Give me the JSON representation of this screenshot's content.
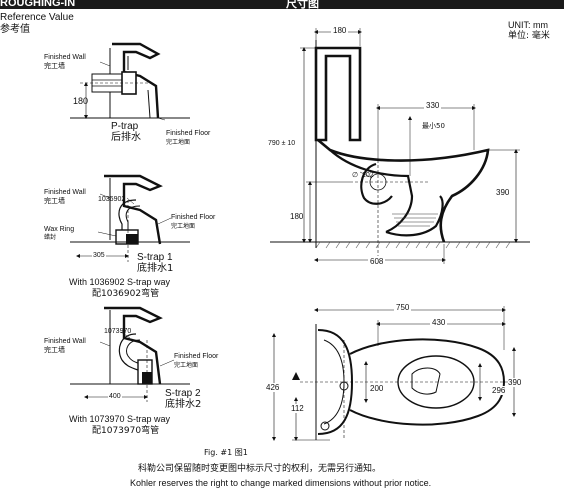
{
  "header": {
    "left_text": "ROUGHING-IN",
    "center_text": "尺寸图"
  },
  "reference": {
    "en": "Reference Value",
    "cn": "参考值"
  },
  "units": {
    "en": "UNIT: mm",
    "cn": "单位: 毫米"
  },
  "ptrap": {
    "finished_wall_en": "Finished Wall",
    "finished_wall_cn": "完工墙",
    "dim_180": "180",
    "title_en": "P-trap",
    "title_cn": "后排水",
    "finished_floor_en": "Finished Floor",
    "finished_floor_cn": "完工地面"
  },
  "strap1": {
    "finished_wall_en": "Finished Wall",
    "finished_wall_cn": "完工墙",
    "part_no": "1036902",
    "finished_floor_en": "Finished Floor",
    "finished_floor_cn": "完工地面",
    "wax_ring_en": "Wax Ring",
    "wax_ring_cn": "蜡封",
    "dim_305": "305",
    "title_en": "S-trap 1",
    "title_cn": "底排水1",
    "with_en": "With 1036902 S-trap way",
    "with_cn": "配1036902弯管"
  },
  "strap2": {
    "finished_wall_en": "Finished Wall",
    "finished_wall_cn": "完工墙",
    "part_no": "1073970",
    "finished_floor_en": "Finished Floor",
    "finished_floor_cn": "完工地面",
    "dim_400": "400",
    "title_en": "S-trap 2",
    "title_cn": "底排水2",
    "with_en": "With 1073970 S-trap way",
    "with_cn": "配1073970弯管"
  },
  "side_view": {
    "dim_180_top": "180",
    "dim_330": "330",
    "min_50": "最小50",
    "dim_790": "790 ± 10",
    "dim_102": "102",
    "dim_390": "390",
    "dim_180_low": "180",
    "dim_608": "608"
  },
  "top_view": {
    "dim_750": "750",
    "dim_430": "430",
    "dim_426": "426",
    "dim_200": "200",
    "dim_296": "296",
    "dim_390": "390",
    "dim_112": "112"
  },
  "footer": {
    "fig": "Fig. #1 图1",
    "notice_cn": "科勒公司保留随时变更图中标示尺寸的权利，无需另行通知。",
    "notice_en": "Kohler reserves the right to change marked dimensions without prior notice."
  }
}
